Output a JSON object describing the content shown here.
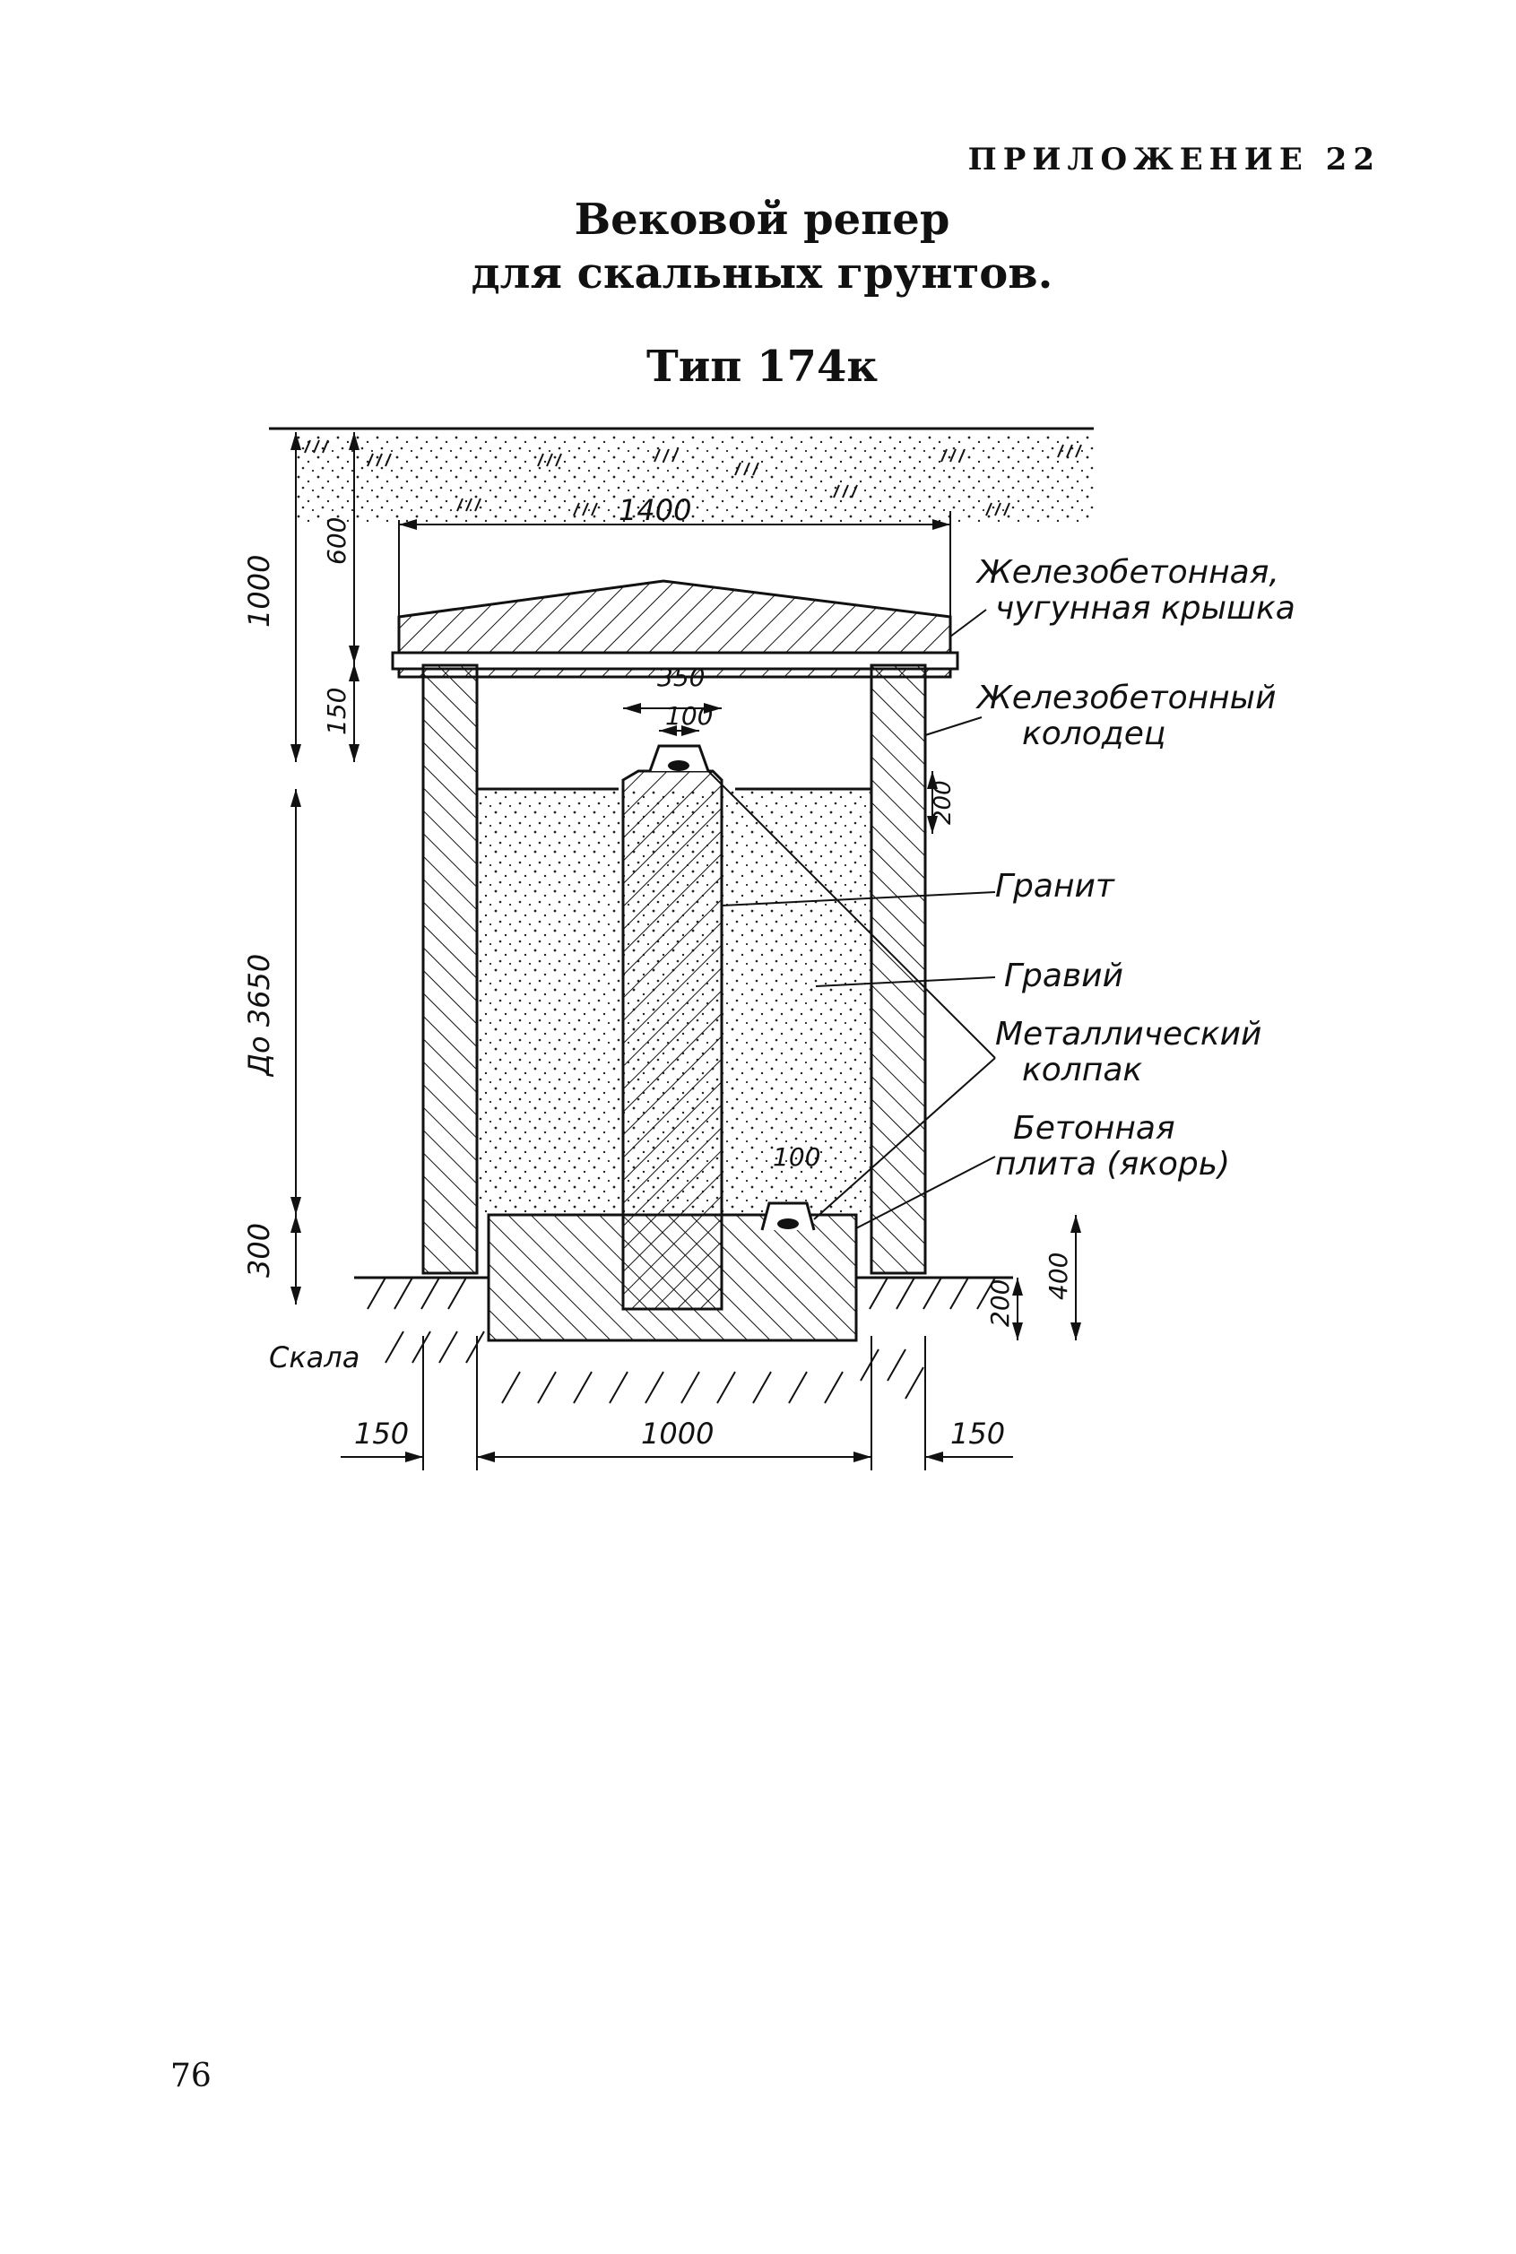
{
  "header": {
    "appendix": "ПРИЛОЖЕНИЕ 22"
  },
  "title": {
    "line1": "Вековой репер",
    "line2": "для скальных грунтов.",
    "type": "Тип 174к"
  },
  "labels": {
    "cover": [
      "Железобетонная,",
      "чугунная крышка"
    ],
    "well": [
      "Железобетонный",
      "колодец"
    ],
    "granite": "Гранит",
    "gravel": "Гравий",
    "cap": [
      "Металлический",
      "колпак"
    ],
    "anchor": [
      "Бетонная",
      "плита (якорь)"
    ],
    "rock": "Скала"
  },
  "dimensions": {
    "cover_width": "1400",
    "soil_depth": "600",
    "total_upper": "1000",
    "gap": "150",
    "pillar_width": "350",
    "cap_width_top": "100",
    "cap_offset": "200",
    "gravel_depth": "До 3650",
    "anchor_height": "300",
    "cap_width_bottom": "100",
    "plate_total": "400",
    "plate_embed": "200",
    "wall_left": "150",
    "inner_width": "1000",
    "wall_right": "150"
  },
  "page_number": "76"
}
